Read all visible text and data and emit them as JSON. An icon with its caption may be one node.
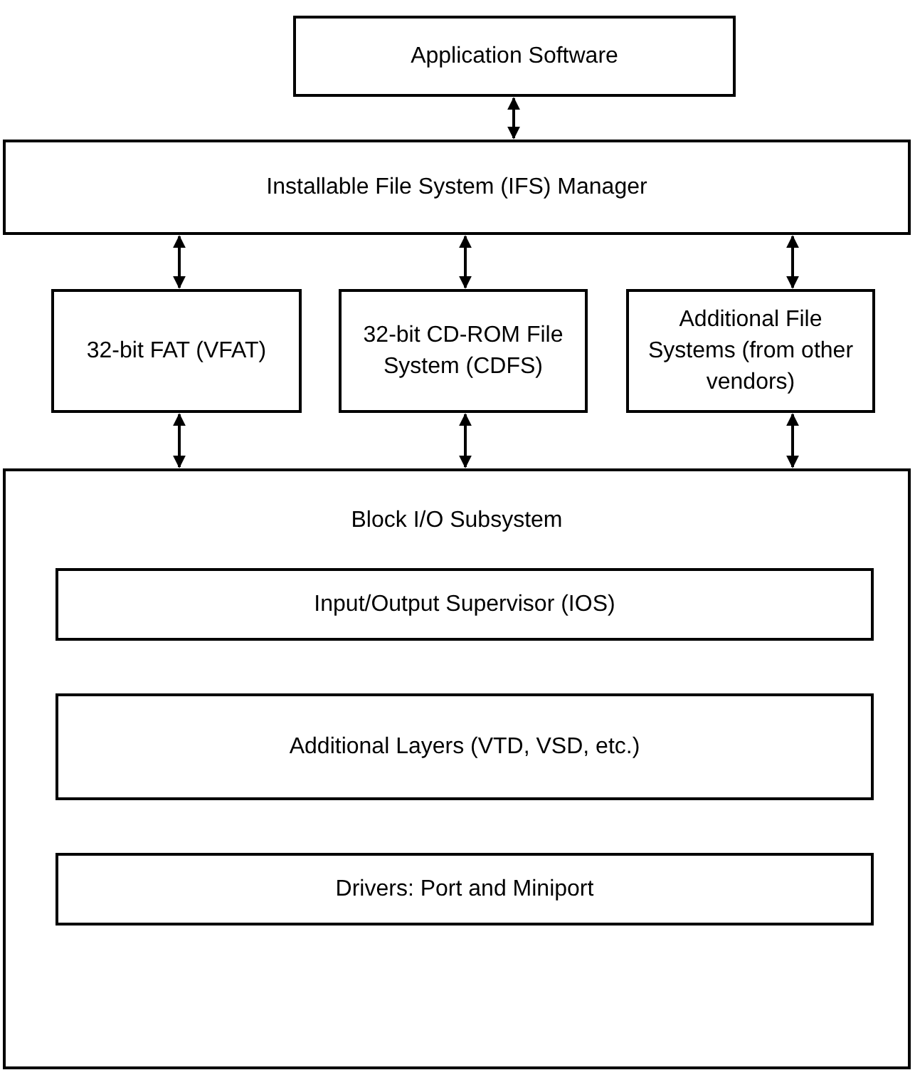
{
  "diagram": {
    "nodes": [
      {
        "text": [
          "Application Software"
        ]
      },
      {
        "text": [
          "Installable File System (IFS) Manager"
        ]
      },
      {
        "text": [
          "32-bit FAT (VFAT)"
        ]
      },
      {
        "text": [
          "32-bit CD-ROM File System (CDFS)"
        ]
      },
      {
        "text": [
          "Additional File Systems (from other vendors)"
        ]
      },
      {
        "text": [
          "Block I/O Subsystem"
        ]
      },
      {
        "text": [
          "Input/Output Supervisor (IOS)"
        ],
        "in": 5
      },
      {
        "text": [
          "Additional Layers (VTD, VSD, etc.)"
        ],
        "in": 5
      },
      {
        "text": [
          "Drivers:  Port and Miniport"
        ],
        "in": 5
      }
    ],
    "edges": [
      {
        "from": 0,
        "to": 1,
        "arrow": "both"
      },
      {
        "from": 1,
        "to": 2,
        "arrow": "both"
      },
      {
        "from": 1,
        "to": 3,
        "arrow": "both"
      },
      {
        "from": 1,
        "to": 4,
        "arrow": "both"
      },
      {
        "from": 2,
        "to": 5,
        "arrow": "both"
      },
      {
        "from": 3,
        "to": 5,
        "arrow": "both"
      },
      {
        "from": 4,
        "to": 5,
        "arrow": "both"
      }
    ]
  }
}
